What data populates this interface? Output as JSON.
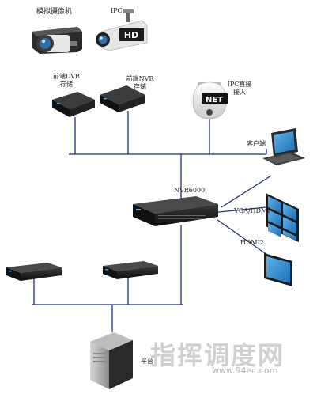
{
  "labels": {
    "analog_camera": "模拟摄像机",
    "ipc": "IPC",
    "ipc_hd_badge": "HD",
    "front_dvr_line1": "前端DVR",
    "front_dvr_line2": "存储",
    "front_nvr_line1": "前端NVR",
    "front_nvr_line2": "存储",
    "ipc_direct_line1": "IPC直接",
    "ipc_direct_line2": "接入",
    "net_badge": "NET",
    "client": "客户端",
    "nvr": "NVR6000",
    "vga_hdmi": "VGA/HDMI",
    "hdmi2": "HDMI2",
    "platform": "平台"
  },
  "watermark": {
    "title": "指挥调度网",
    "url": "www.94ec.com"
  },
  "colors": {
    "line": "#1f2f7a",
    "device_dark": "#1a1a1a",
    "screen_blue": "#2f86c9"
  }
}
